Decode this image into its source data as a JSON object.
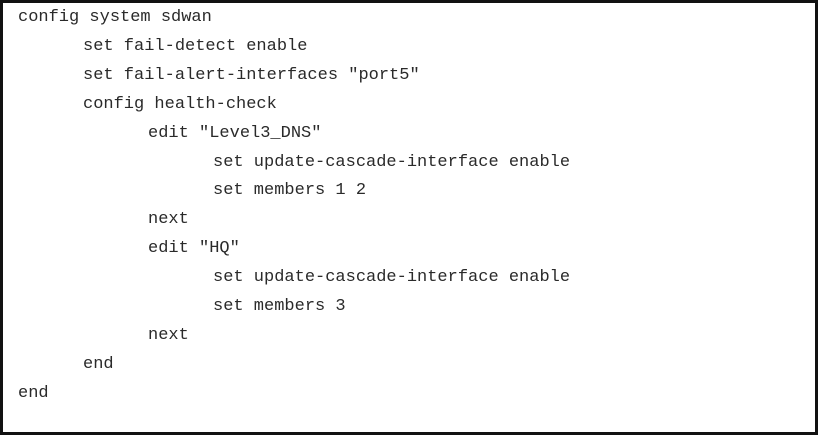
{
  "code_lines": [
    {
      "indent": 0,
      "text": "config system sdwan"
    },
    {
      "indent": 1,
      "text": "set fail-detect enable"
    },
    {
      "indent": 1,
      "text": "set fail-alert-interfaces \"port5\""
    },
    {
      "indent": 1,
      "text": "config health-check"
    },
    {
      "indent": 2,
      "text": "edit \"Level3_DNS\""
    },
    {
      "indent": 3,
      "text": "set update-cascade-interface enable"
    },
    {
      "indent": 3,
      "text": "set members 1 2"
    },
    {
      "indent": 2,
      "text": "next"
    },
    {
      "indent": 2,
      "text": "edit \"HQ\""
    },
    {
      "indent": 3,
      "text": "set update-cascade-interface enable"
    },
    {
      "indent": 3,
      "text": "set members 3"
    },
    {
      "indent": 2,
      "text": "next"
    },
    {
      "indent": 1,
      "text": "end"
    },
    {
      "indent": 0,
      "text": "end"
    }
  ]
}
